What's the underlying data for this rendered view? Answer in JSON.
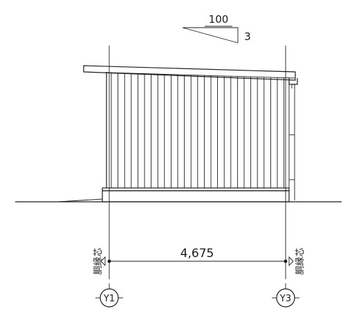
{
  "slope": {
    "run": "100",
    "rise": "3"
  },
  "dimension": {
    "span": "4,675"
  },
  "grid": {
    "left_axis": "Y1",
    "right_axis": "Y3",
    "side_label": "胴縁芯"
  }
}
